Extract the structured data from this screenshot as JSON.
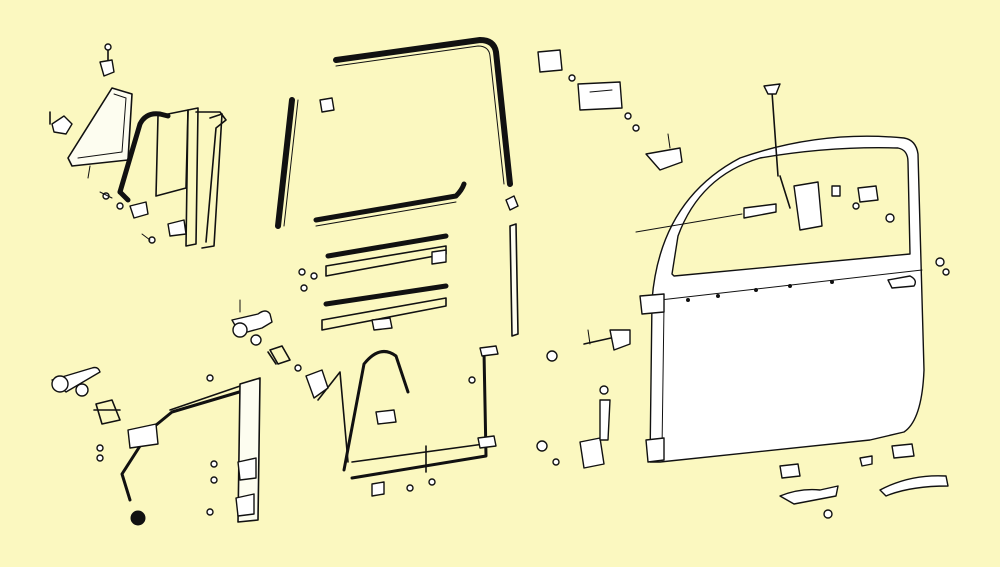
{
  "figure": {
    "colors": {
      "background": "#fbf8c0",
      "ink": "#111111",
      "part_fill": "#ffffff"
    },
    "parts": [
      "vent-window-assembly",
      "vent-window-frame",
      "window-channel",
      "door-glass-seal",
      "window-scrapers",
      "window-guide-rail",
      "window-regulator",
      "window-crank-handle",
      "door-shell",
      "door-lock-mechanism",
      "door-hinge",
      "door-check-strap",
      "exterior-door-handle",
      "interior-door-handle",
      "lock-knob-rod",
      "fasteners"
    ]
  }
}
